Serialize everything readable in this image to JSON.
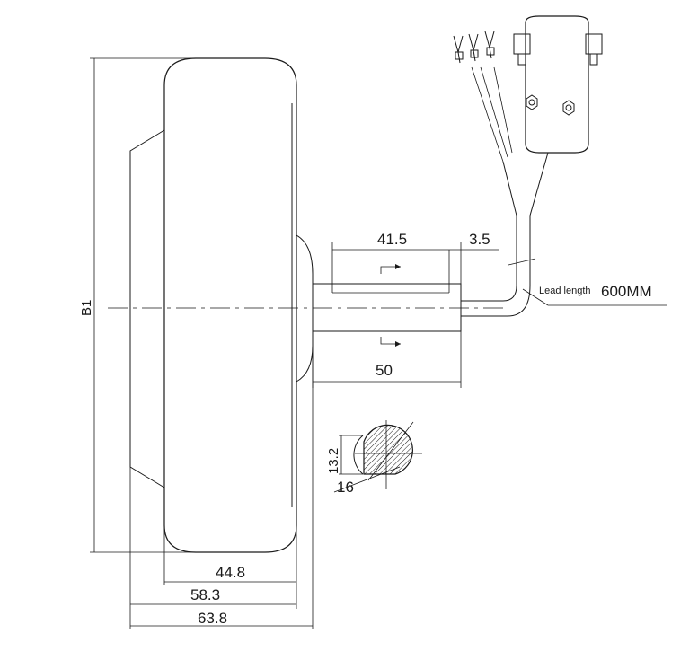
{
  "dimensions": {
    "b1": "B1",
    "key_length": "41.5",
    "key_offset": "3.5",
    "lead_label": "Lead length",
    "lead_value": "600MM",
    "shaft_length": "50",
    "section_flat": "13.2",
    "section_diameter": "16",
    "width_inner": "44.8",
    "width_mid": "58.3",
    "width_outer": "63.8"
  }
}
